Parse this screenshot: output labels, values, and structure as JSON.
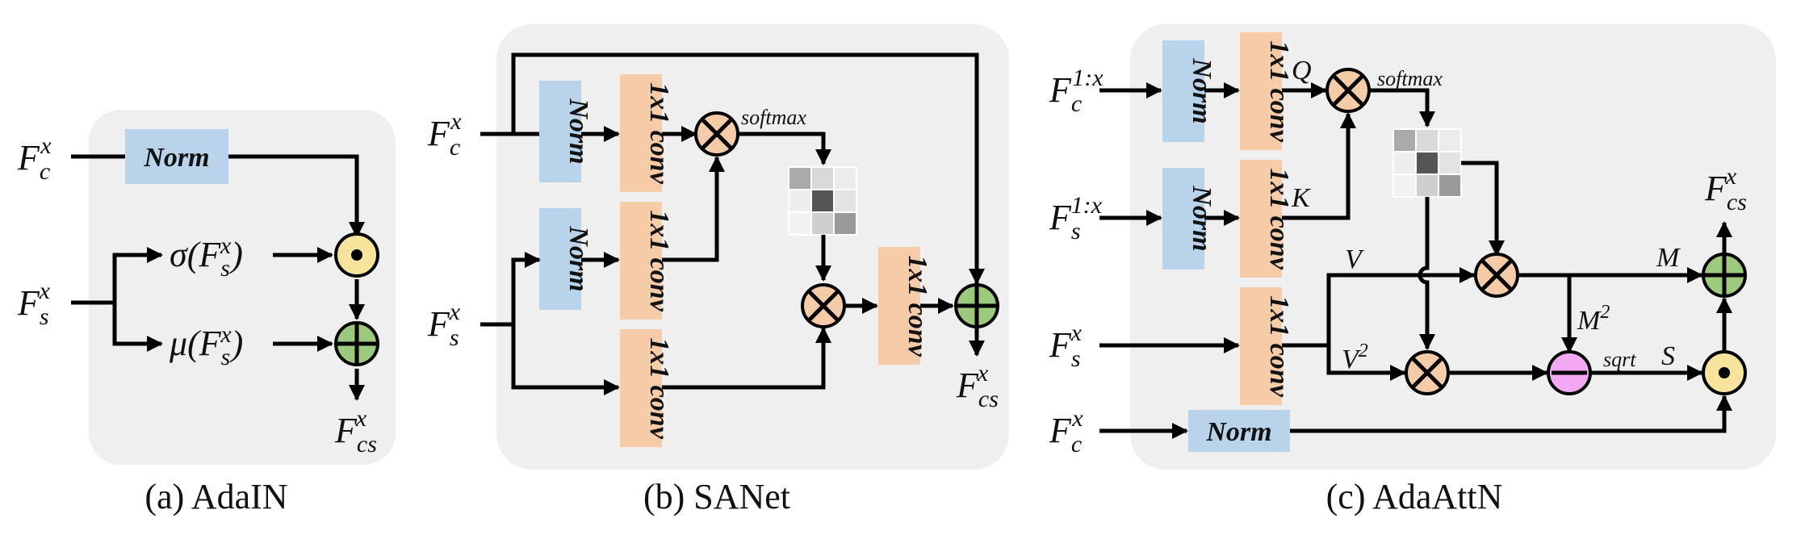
{
  "colors": {
    "panel": "#efefef",
    "norm": "#b9d3ea",
    "conv": "#f6cba8",
    "multiply": "#f6cba8",
    "add": "#9cc97d",
    "dot": "#f7e39c",
    "minus": "#f2a9f2"
  },
  "captions": {
    "adain": "(a) AdaIN",
    "sanet": "(b) SANet",
    "adaattn": "(c) AdaAttN"
  },
  "adain": {
    "norm_label": "Norm",
    "fc": {
      "base": "F",
      "sub": "c",
      "sup": "x"
    },
    "fs": {
      "base": "F",
      "sub": "s",
      "sup": "x"
    },
    "sigma": {
      "pre": "σ(F",
      "sub": "s",
      "sup": "x",
      "post": ")"
    },
    "mu": {
      "pre": "μ(F",
      "sub": "s",
      "sup": "x",
      "post": ")"
    },
    "out": {
      "base": "F",
      "sub": "cs",
      "sup": "x"
    },
    "ops": [
      "dot-product-icon",
      "add-icon"
    ]
  },
  "sanet": {
    "norm_label": "Norm",
    "conv_label": "1x1 conv",
    "softmax_label": "softmax",
    "fc": {
      "base": "F",
      "sub": "c",
      "sup": "x"
    },
    "fs": {
      "base": "F",
      "sub": "s",
      "sup": "x"
    },
    "out": {
      "base": "F",
      "sub": "cs",
      "sup": "x"
    }
  },
  "adaattn": {
    "norm_label": "Norm",
    "conv_label": "1x1 conv",
    "softmax_label": "softmax",
    "fc_all": {
      "base": "F",
      "sub": "c",
      "sup": "1:x"
    },
    "fs_all": {
      "base": "F",
      "sub": "s",
      "sup": "1:x"
    },
    "fs": {
      "base": "F",
      "sub": "s",
      "sup": "x"
    },
    "fc": {
      "base": "F",
      "sub": "c",
      "sup": "x"
    },
    "out": {
      "base": "F",
      "sub": "cs",
      "sup": "x"
    },
    "q": "Q",
    "k": "K",
    "v": "V",
    "v2": {
      "base": "V",
      "sup": "2"
    },
    "m": "M",
    "m2": {
      "base": "M",
      "sup": "2"
    },
    "sqrt_label": "sqrt",
    "s": "S"
  }
}
